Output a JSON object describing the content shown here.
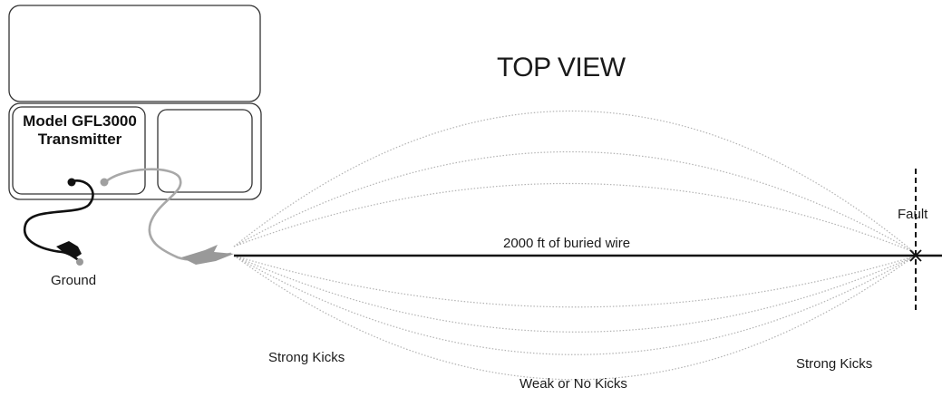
{
  "title": "TOP VIEW",
  "transmitter": {
    "model_line1": "Model GFL3000",
    "model_line2": "Transmitter"
  },
  "labels": {
    "ground": "Ground",
    "wire": "2000 ft of buried wire",
    "fault": "Fault",
    "strong_kicks_left": "Strong Kicks",
    "weak_kicks": "Weak or No Kicks",
    "strong_kicks_right": "Strong Kicks"
  },
  "colors": {
    "wire": "#111111",
    "field_lines": "#b3b3b3",
    "ground_lead": "#111111",
    "signal_lead": "#a8a8a8",
    "box_stroke": "#333333"
  }
}
